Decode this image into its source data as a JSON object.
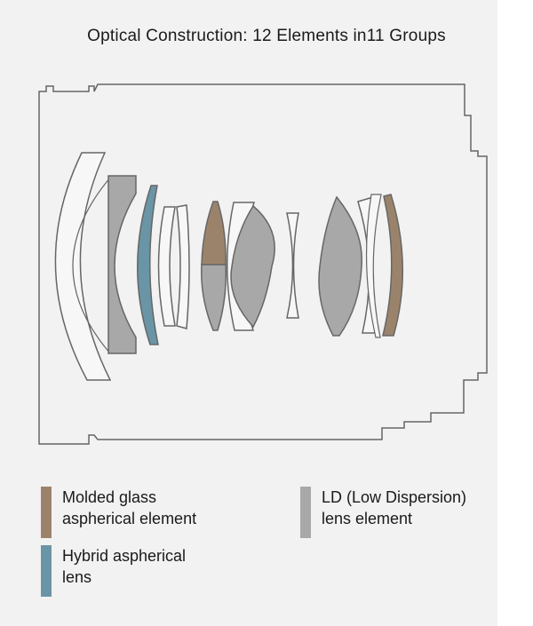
{
  "title": {
    "prefix": "Optical Construction:",
    "elements": "12 Elements in",
    "groups": "11 Groups"
  },
  "colors": {
    "background": "#f2f2f2",
    "outline": "#666666",
    "molded_glass": "#9b836b",
    "hybrid": "#6a95a6",
    "ld": "#a8a8a8",
    "plain": "#f7f7f7"
  },
  "legend": [
    {
      "id": "molded",
      "color": "#9b836b",
      "label": "Molded glass\naspherical element"
    },
    {
      "id": "ld",
      "color": "#a8a8a8",
      "label": "LD (Low Dispersion)\nlens element"
    },
    {
      "id": "hybrid",
      "color": "#6a95a6",
      "label": "Hybrid aspherical\nlens"
    }
  ]
}
